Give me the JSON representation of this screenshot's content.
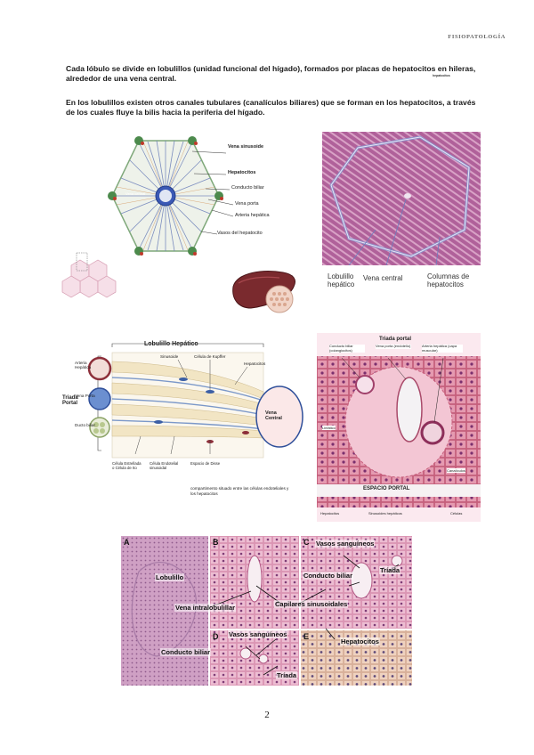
{
  "header": {
    "running_title": "FISIOPATOLOGÍA"
  },
  "paragraphs": {
    "p1": "Cada lóbulo se divide en lobulillos (unidad funcional del hígado), formados por placas de hepatocitos en hileras, alrededor de una vena central.",
    "p1_note": "hepatocitos",
    "p2": "En los lobulillos existen otros canales tubulares (canalículos biliares) que se forman en los hepatocitos, a través de los cuales fluye la bilis hacia la periferia del hígado."
  },
  "fig1": {
    "labels": [
      "Vena sinusoide",
      "Hepatocitos",
      "Conducto biliar",
      "Vena porta",
      "Arteria hepática",
      "Vasos del hepatocito"
    ],
    "center_label": "Vena central"
  },
  "fig2": {
    "labels": [
      "Lobulillo hepático",
      "Vena central",
      "Columnas de hepatocitos"
    ]
  },
  "fig3": {
    "title": "Lobulillo Hepático",
    "left_group": "Triada Portal",
    "left_items": [
      "Arteria Hepática",
      "Vena Porta",
      "Ducto biliar"
    ],
    "top_labels": [
      "Sinusoide",
      "Célula de Kupffer",
      "Hepatocitos"
    ],
    "right_label": "Vena Central",
    "bottom_labels": [
      "Célula Estrellada o Célula de Ito",
      "Célula Endotelial sinusoidal",
      "Espacio de Disse"
    ],
    "note": "compartimento situado entre las células endoteliales y los hepatocitos"
  },
  "fig4": {
    "title": "Triada portal",
    "top_labels": [
      "Conducto biliar (colangiocitos)",
      "Vena porta (endotelio)",
      "Arteria hepática (capa muscular)"
    ],
    "side_labels": [
      "Linfático",
      "Canalículos"
    ],
    "band": "ESPACIO PORTAL",
    "bottom_labels": [
      "Hepatocitos",
      "Sinusoides hepáticos",
      "Células"
    ]
  },
  "fig5": {
    "panels": [
      "A",
      "B",
      "C",
      "D",
      "E"
    ],
    "labels": {
      "lobulillo": "Lobulillo",
      "vena_intralobulillar": "Vena intralobulillar",
      "capilares": "Capilares sinusoidales",
      "vasos_c": "Vasos sanguíneos",
      "triada_c": "Tríada",
      "conducto_c": "Conducto biliar",
      "vasos_d": "Vasos sanguíneos",
      "conducto_d": "Conducto biliar",
      "triada_d": "Tríada",
      "hepatocitos": "Hepatocitos"
    }
  },
  "page": {
    "number": "2"
  },
  "colors": {
    "he_pink": "#c97aa6",
    "he_dark": "#8f3f76",
    "stroma_blue": "#7a86c0"
  }
}
